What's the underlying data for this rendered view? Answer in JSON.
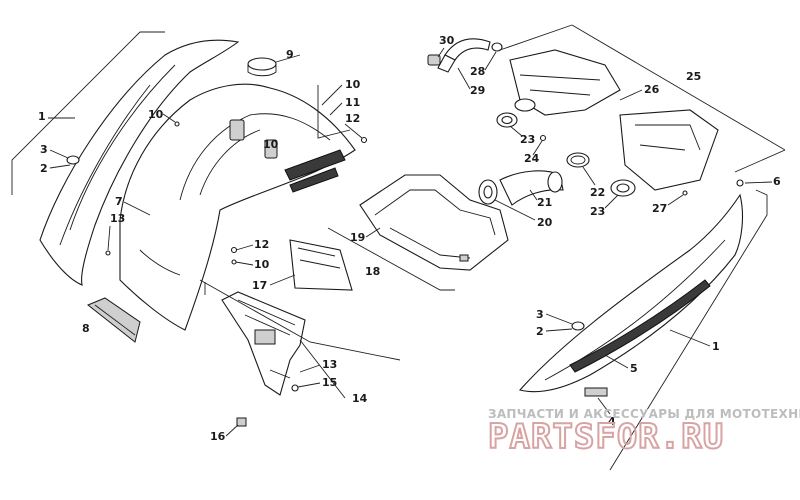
{
  "callouts": {
    "c1_left": "1",
    "c2_left": "2",
    "c3_left": "3",
    "c7": "7",
    "c8": "8",
    "c9": "9",
    "c10_top_left": "10",
    "c10_top_right": "10",
    "c10_mid": "10",
    "c10_low": "10",
    "c11": "11",
    "c12_top": "12",
    "c12_low": "12",
    "c13_left": "13",
    "c13_low": "13",
    "c14": "14",
    "c15": "15",
    "c16": "16",
    "c17": "17",
    "c18": "18",
    "c19": "19",
    "c20": "20",
    "c21": "21",
    "c22": "22",
    "c23_a": "23",
    "c23_b": "23",
    "c24": "24",
    "c25": "25",
    "c26": "26",
    "c27": "27",
    "c28": "28",
    "c29": "29",
    "c30": "30",
    "c6": "6",
    "c3_right": "3",
    "c2_right": "2",
    "c1_right": "1",
    "c5": "5",
    "c4": "4"
  },
  "watermark": {
    "subtitle": "ЗАПЧАСТИ И АКСЕССУАРЫ ДЛЯ МОТОТЕХНИКИ",
    "logo": "PARTSFOR.RU"
  },
  "colors": {
    "line": "#1a1a1a",
    "panel_grey": "#cfcfcf",
    "watermark_logo": "#d8a3a3",
    "watermark_text": "#bdbdbd"
  }
}
